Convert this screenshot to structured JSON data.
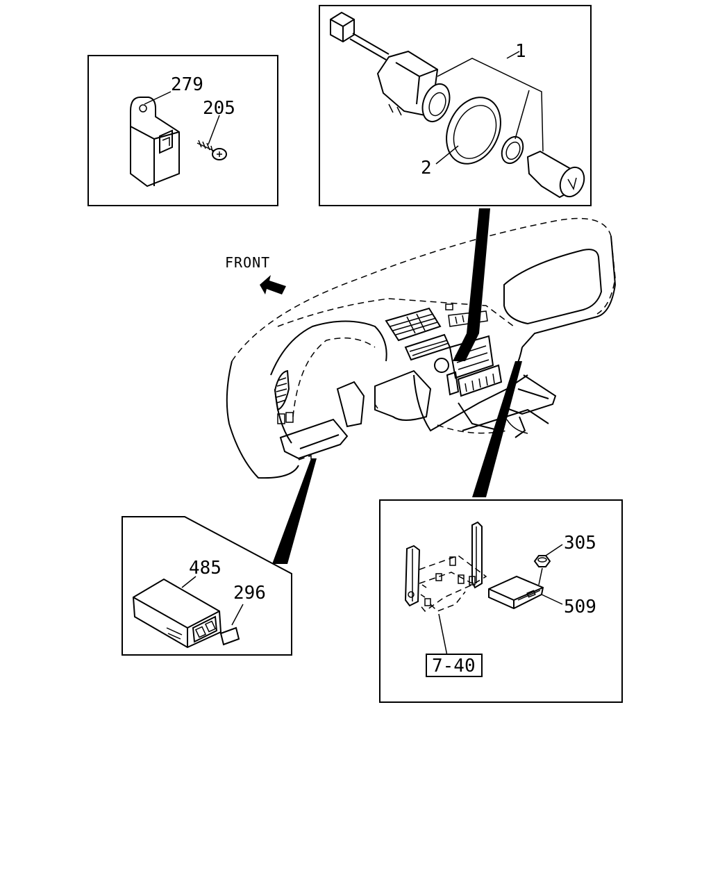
{
  "direction_label": "FRONT",
  "callouts": {
    "c279": "279",
    "c205": "205",
    "c1": "1",
    "c2": "2",
    "c485": "485",
    "c296": "296",
    "c305": "305",
    "c509": "509",
    "ref": "7-40"
  }
}
